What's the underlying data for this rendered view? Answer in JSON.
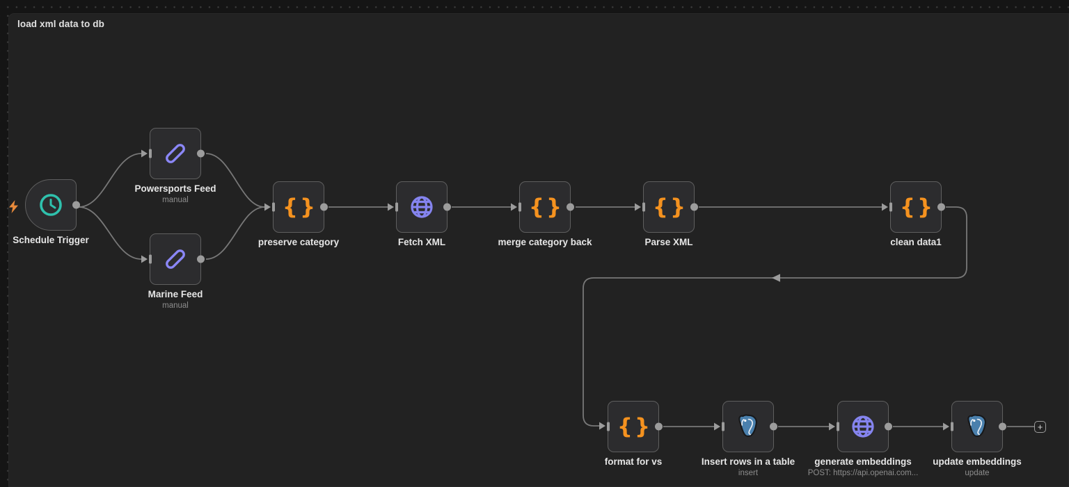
{
  "sticky": {
    "title": "load xml data to db"
  },
  "icons": {
    "braces_glyph": "{}"
  },
  "add_node_button": {
    "label": "+"
  },
  "colors": {
    "canvas_bg": "#151515",
    "sticky_bg": "#222222",
    "node_fill": "#2c2c2e",
    "node_border": "#5f5f5f",
    "edge": "#787878",
    "accent_orange": "#f5921f",
    "accent_teal": "#2fc1ad",
    "accent_purple": "#8584ef",
    "postgres_blue": "#4a80ad",
    "bolt_orange": "#e98a3b"
  },
  "nodes": [
    {
      "name": "Schedule Trigger",
      "subtitle": "",
      "icon": "clock-icon"
    },
    {
      "name": "Powersports Feed",
      "subtitle": "manual",
      "icon": "pencil-icon"
    },
    {
      "name": "Marine Feed",
      "subtitle": "manual",
      "icon": "pencil-icon"
    },
    {
      "name": "preserve category",
      "subtitle": "",
      "icon": "code-braces-icon"
    },
    {
      "name": "Fetch XML",
      "subtitle": "",
      "icon": "globe-icon"
    },
    {
      "name": "merge category back",
      "subtitle": "",
      "icon": "code-braces-icon"
    },
    {
      "name": "Parse XML",
      "subtitle": "",
      "icon": "code-braces-icon"
    },
    {
      "name": "clean data1",
      "subtitle": "",
      "icon": "code-braces-icon"
    },
    {
      "name": "format for vs",
      "subtitle": "",
      "icon": "code-braces-icon"
    },
    {
      "name": "Insert rows in a table",
      "subtitle": "insert",
      "icon": "postgres-icon"
    },
    {
      "name": "generate embeddings",
      "subtitle": "POST: https://api.openai.com...",
      "icon": "globe-icon"
    },
    {
      "name": "update embeddings",
      "subtitle": "update",
      "icon": "postgres-icon"
    }
  ]
}
